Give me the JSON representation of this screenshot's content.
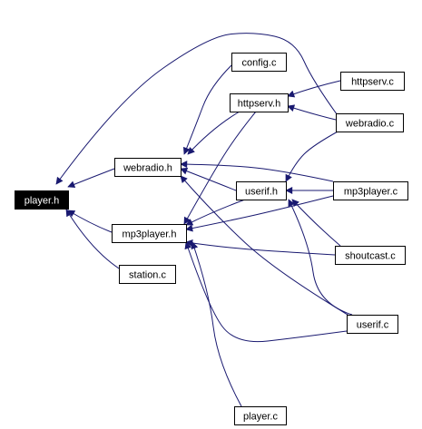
{
  "graph": {
    "nodes": [
      {
        "id": "player_h",
        "label": "player.h",
        "selected": true
      },
      {
        "id": "config_c",
        "label": "config.c"
      },
      {
        "id": "httpserv_h",
        "label": "httpserv.h"
      },
      {
        "id": "httpserv_c",
        "label": "httpserv.c"
      },
      {
        "id": "webradio_h",
        "label": "webradio.h"
      },
      {
        "id": "webradio_c",
        "label": "webradio.c"
      },
      {
        "id": "userif_h",
        "label": "userif.h"
      },
      {
        "id": "mp3player_c",
        "label": "mp3player.c"
      },
      {
        "id": "mp3player_h",
        "label": "mp3player.h"
      },
      {
        "id": "shoutcast_c",
        "label": "shoutcast.c"
      },
      {
        "id": "station_c",
        "label": "station.c"
      },
      {
        "id": "userif_c",
        "label": "userif.c"
      },
      {
        "id": "player_c",
        "label": "player.c"
      }
    ],
    "edges": [
      {
        "from": "webradio_h",
        "to": "player_h"
      },
      {
        "from": "mp3player_h",
        "to": "player_h"
      },
      {
        "from": "station_c",
        "to": "player_h"
      },
      {
        "from": "webradio_c",
        "to": "player_h"
      },
      {
        "from": "config_c",
        "to": "webradio_h"
      },
      {
        "from": "httpserv_h",
        "to": "webradio_h"
      },
      {
        "from": "userif_h",
        "to": "webradio_h"
      },
      {
        "from": "mp3player_c",
        "to": "webradio_h"
      },
      {
        "from": "userif_c",
        "to": "webradio_h"
      },
      {
        "from": "httpserv_c",
        "to": "httpserv_h"
      },
      {
        "from": "webradio_c",
        "to": "httpserv_h"
      },
      {
        "from": "webradio_c",
        "to": "userif_h"
      },
      {
        "from": "mp3player_c",
        "to": "userif_h"
      },
      {
        "from": "shoutcast_c",
        "to": "userif_h"
      },
      {
        "from": "userif_c",
        "to": "userif_h"
      },
      {
        "from": "httpserv_h",
        "to": "mp3player_h"
      },
      {
        "from": "userif_h",
        "to": "mp3player_h"
      },
      {
        "from": "mp3player_c",
        "to": "mp3player_h"
      },
      {
        "from": "shoutcast_c",
        "to": "mp3player_h"
      },
      {
        "from": "userif_c",
        "to": "mp3player_h"
      },
      {
        "from": "player_c",
        "to": "mp3player_h"
      }
    ],
    "colors": {
      "edge": "#191970",
      "node_border": "#000000",
      "node_fill": "#ffffff",
      "selected_fill": "#000000",
      "selected_text": "#ffffff",
      "text": "#000000"
    }
  }
}
